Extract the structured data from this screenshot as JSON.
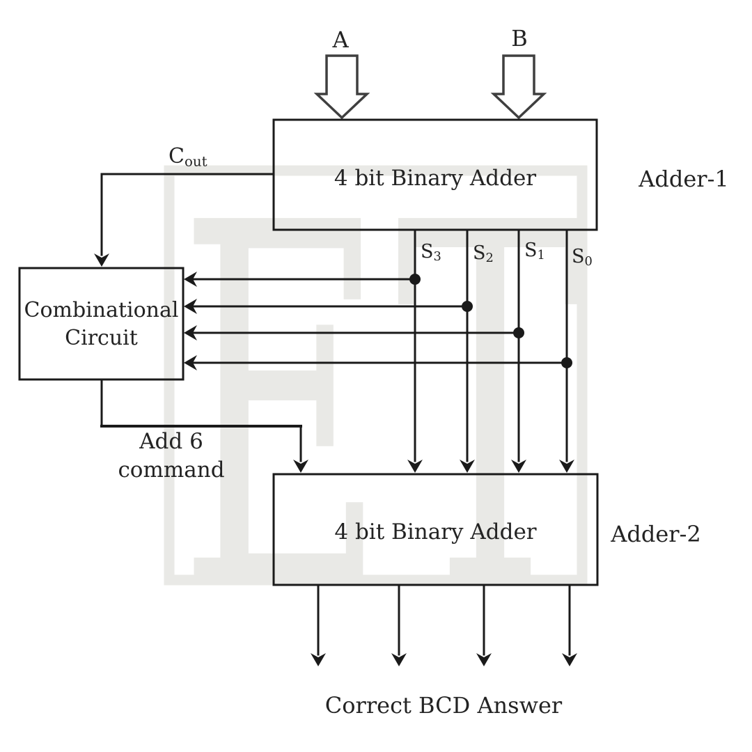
{
  "diagram": {
    "input_a": "A",
    "input_b": "B",
    "adder1_title": "4 bit Binary Adder",
    "adder1_label": "Adder-1",
    "adder2_title": "4 bit Binary Adder",
    "adder2_label": "Adder-2",
    "combinational_line1": "Combinational",
    "combinational_line2": "Circuit",
    "cout_base": "C",
    "cout_sub": "out",
    "sum_outputs": [
      {
        "base": "S",
        "sub": "3"
      },
      {
        "base": "S",
        "sub": "2"
      },
      {
        "base": "S",
        "sub": "1"
      },
      {
        "base": "S",
        "sub": "0"
      }
    ],
    "add6_line1": "Add 6",
    "add6_line2": "command",
    "output_caption": "Correct BCD Answer",
    "watermark_letter1": "E",
    "watermark_letter2": "T",
    "colors": {
      "line": "#1a1a1a",
      "hollow_arrow_outline": "#3f3f3f",
      "watermark": "#e9e9e6"
    }
  }
}
